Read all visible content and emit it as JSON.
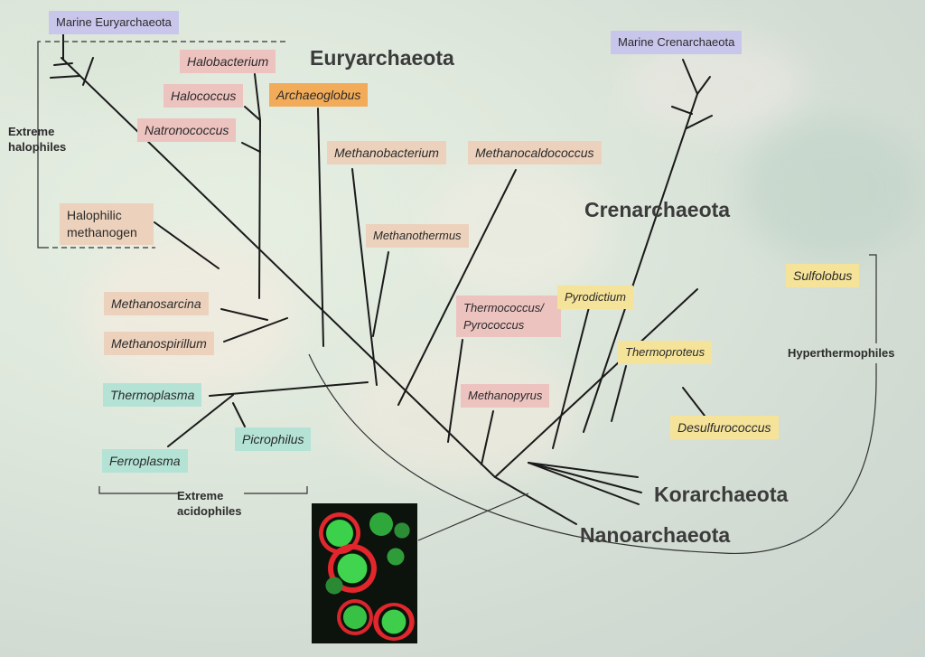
{
  "phyla": {
    "euryarchaeota": "Euryarchaeota",
    "crenarchaeota": "Crenarchaeota",
    "korarchaeota": "Korarchaeota",
    "nanoarchaeota": "Nanoarchaeota"
  },
  "groups": {
    "extreme_halophiles": "Extreme halophiles",
    "extreme_acidophiles": "Extreme acidophiles",
    "hyperthermophiles": "Hyperthermophiles"
  },
  "taxa": {
    "marine_euryarchaeota": "Marine Euryarchaeota",
    "halobacterium": "Halobacterium",
    "halococcus": "Halococcus",
    "natronococcus": "Natronococcus",
    "archaeoglobus": "Archaeoglobus",
    "halophilic_methanogen": "Halophilic methanogen",
    "methanobacterium": "Methanobacterium",
    "methanocaldococcus": "Methanocaldococcus",
    "methanothermus": "Methanothermus",
    "methanosarcina": "Methanosarcina",
    "methanospirillum": "Methanospirillum",
    "thermococcus_pyrococcus": "Thermococcus/ Pyrococcus",
    "methanopyrus": "Methanopyrus",
    "thermoplasma": "Thermoplasma",
    "picrophilus": "Picrophilus",
    "ferroplasma": "Ferroplasma",
    "marine_crenarchaeota": "Marine Crenarchaeota",
    "pyrodictium": "Pyrodictium",
    "thermoproteus": "Thermoproteus",
    "sulfolobus": "Sulfolobus",
    "desulfurococcus": "Desulfurococcus"
  },
  "colors": {
    "halophile_box": "#edc3c0",
    "methanogen_box": "#ecd2bc",
    "archaeoglobus_box": "#f2ab58",
    "acidophile_box": "#b4e3d5",
    "crenarchaeota_box": "#f5e39a",
    "marine_box": "#c9c6ec",
    "branch_line": "#1a1a1a"
  }
}
